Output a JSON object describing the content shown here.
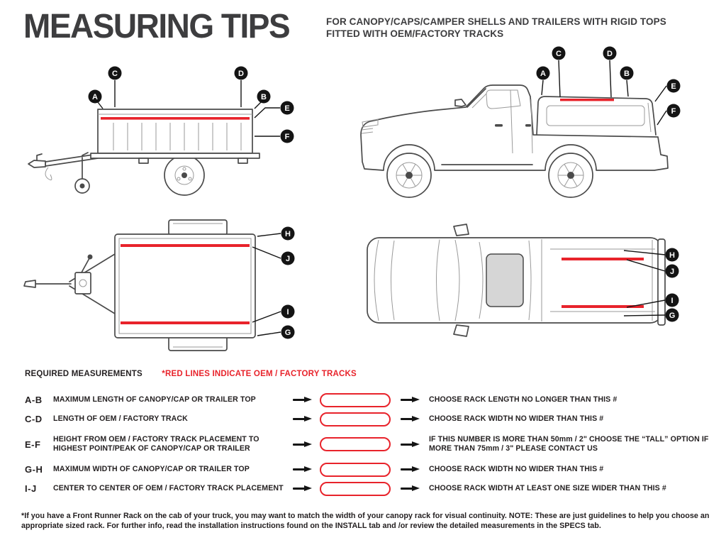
{
  "colors": {
    "track_red": "#E8232B",
    "heading_gray": "#3D3D3F",
    "line_gray": "#4A4A4A",
    "badge_black": "#141414"
  },
  "header": {
    "title": "MEASURING TIPS",
    "subtitle_line1": "FOR CANOPY/CAPS/CAMPER SHELLS AND TRAILERS WITH RIGID TOPS",
    "subtitle_line2": "FITTED WITH OEM/FACTORY TRACKS"
  },
  "diagrams": {
    "labels": {
      "A": "A",
      "B": "B",
      "C": "C",
      "D": "D",
      "E": "E",
      "F": "F",
      "G": "G",
      "H": "H",
      "I": "I",
      "J": "J"
    }
  },
  "legend": {
    "required": "REQUIRED MEASUREMENTS",
    "red_note": "*RED LINES INDICATE OEM / FACTORY TRACKS"
  },
  "measurements": [
    {
      "code": "A-B",
      "description": "MAXIMUM LENGTH OF CANOPY/CAP OR TRAILER TOP",
      "result": "CHOOSE RACK LENGTH NO LONGER THAN THIS #"
    },
    {
      "code": "C-D",
      "description": "LENGTH OF OEM / FACTORY TRACK",
      "result": "CHOOSE RACK WIDTH NO WIDER THAN THIS #"
    },
    {
      "code": "E-F",
      "description": "HEIGHT FROM OEM / FACTORY TRACK PLACEMENT TO HIGHEST POINT/PEAK OF CANOPY/CAP OR TRAILER",
      "result": "IF THIS NUMBER IS MORE THAN 50mm / 2\" CHOOSE THE “TALL” OPTION IF MORE THAN 75mm / 3\" PLEASE CONTACT US"
    },
    {
      "code": "G-H",
      "description": "MAXIMUM WIDTH OF CANOPY/CAP OR TRAILER TOP",
      "result": "CHOOSE RACK WIDTH NO WIDER THAN THIS #"
    },
    {
      "code": "I-J",
      "description": "CENTER TO CENTER OF OEM / FACTORY TRACK PLACEMENT",
      "result": "CHOOSE RACK WIDTH AT LEAST ONE SIZE WIDER THAN THIS #"
    }
  ],
  "footnote": "*If you have a Front Runner Rack on the cab of your truck, you may want to match the width of your canopy rack for visual continuity. NOTE: These are just guidelines to help you choose an appropriate sized rack. For further info, read the installation instructions found on the INSTALL tab and /or review the detailed measurements in the SPECS tab."
}
